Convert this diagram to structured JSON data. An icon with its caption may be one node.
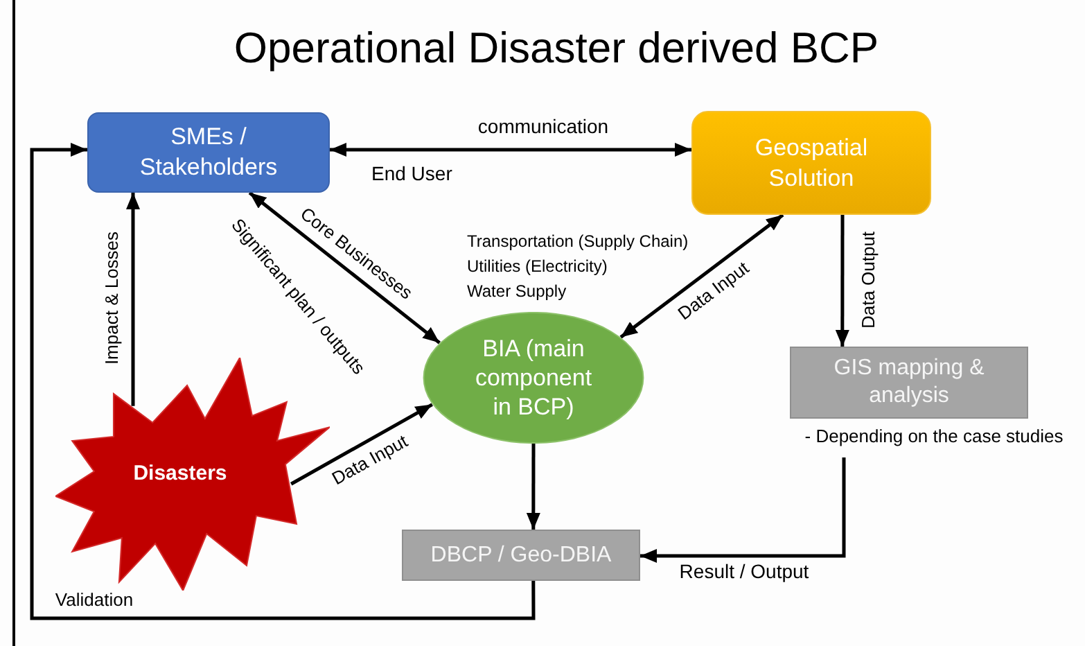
{
  "diagram": {
    "title": "Operational Disaster derived BCP",
    "nodes": [
      {
        "text": [
          "SMEs / Stakeholders"
        ]
      },
      {
        "text": [
          "Geospatial Solution"
        ]
      },
      {
        "text": [
          "Disasters"
        ]
      },
      {
        "text": [
          "BIA (main component in BCP)"
        ]
      },
      {
        "text": [
          "GIS mapping & analysis"
        ],
        "beside": [
          "- Depending on the case studies"
        ]
      },
      {
        "text": [
          "DBCP / Geo-DBIA"
        ]
      }
    ],
    "edges": [
      {
        "from": 0,
        "to": 1,
        "arrow": "both",
        "label": "communication"
      },
      {
        "from": 2,
        "to": 0,
        "arrow": "to",
        "label": "Impact & Losses"
      },
      {
        "from": 0,
        "to": 3,
        "arrow": "both",
        "label": "Core Businesses"
      },
      {
        "from": 2,
        "to": 3,
        "arrow": "to",
        "label": "Data Input"
      },
      {
        "from": 1,
        "to": 3,
        "arrow": "both",
        "label": "Data Input"
      },
      {
        "from": 1,
        "to": 4,
        "arrow": "to",
        "label": "Data Output"
      },
      {
        "from": 3,
        "to": 5,
        "arrow": "to"
      },
      {
        "from": 4,
        "to": 5,
        "arrow": "to",
        "label": "Result / Output"
      },
      {
        "from": 5,
        "to": 0,
        "arrow": "to",
        "label": "Validation"
      }
    ],
    "labels": [
      "End User",
      "Significant plan / outputs",
      "Transportation (Supply Chain)",
      "Utilities (Electricity)",
      "Water Supply"
    ]
  }
}
